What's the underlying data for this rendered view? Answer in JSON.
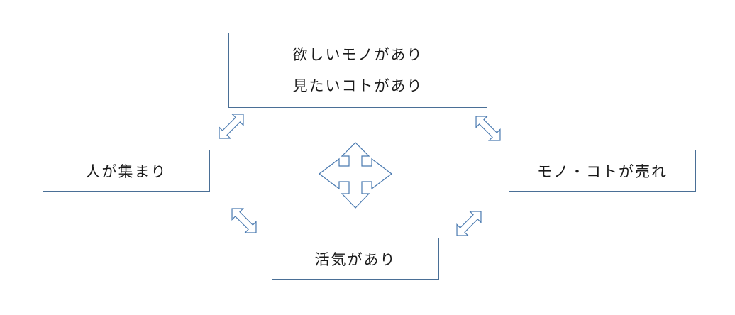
{
  "nodes": {
    "top": {
      "line1": "欲しいモノがあり",
      "line2": "見たいコトがあり"
    },
    "left": "人が集まり",
    "right": "モノ・コトが売れ",
    "bottom": "活気があり"
  }
}
